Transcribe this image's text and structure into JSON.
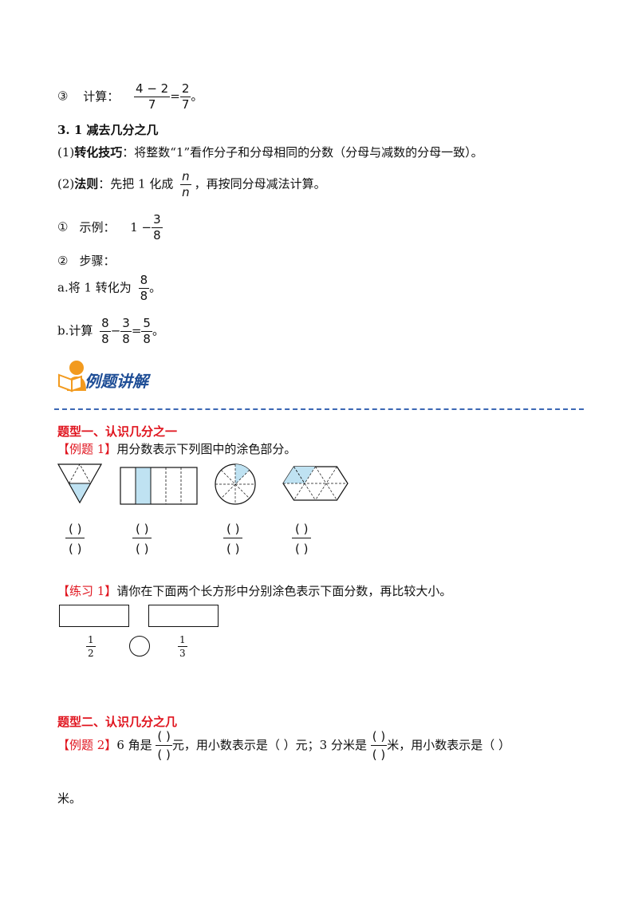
{
  "item3": {
    "marker": "③",
    "label": "计算：",
    "num": "4 − 2",
    "den": "7",
    "eq": "=",
    "rnum": "2",
    "rden": "7",
    "end": "。"
  },
  "section31": {
    "title": "3. 1 减去几分之几"
  },
  "p1": {
    "num": "(1)",
    "label": "转化技巧",
    "text": "：将整数“1”看作分子和分母相同的分数（分母与减数的分母一致）。"
  },
  "p2": {
    "num": "(2)",
    "label": "法则",
    "text1": "：先把 1 化成",
    "fn": "n",
    "fd": "n",
    "text2": "，再按同分母减法计算。"
  },
  "ex": {
    "marker": "①",
    "label": "示例：",
    "one": "1 −",
    "num": "3",
    "den": "8"
  },
  "steps": {
    "marker": "②",
    "label": "步骤："
  },
  "stepA": {
    "text": "a.将 1 转化为",
    "num": "8",
    "den": "8",
    "end": "。"
  },
  "stepB": {
    "text": "b.计算",
    "n1": "8",
    "d1": "8",
    "minus": "−",
    "n2": "3",
    "d2": "8",
    "eq": "=",
    "n3": "5",
    "d3": "8",
    "end": "。"
  },
  "banner": {
    "title": "例题讲解"
  },
  "type1": {
    "title": "题型一、认识几分之一"
  },
  "example1": {
    "tag": "【例题 1】",
    "text": "用分数表示下列图中的涂色部分。"
  },
  "blank": {
    "top": "(       )",
    "bottom": "(       )"
  },
  "practice1": {
    "tag": "【练习 1】",
    "text": "请你在下面两个长方形中分别涂色表示下面分数，再比较大小。",
    "f1n": "1",
    "f1d": "2",
    "f2n": "1",
    "f2d": "3"
  },
  "type2": {
    "title": "题型二、认识几分之几"
  },
  "example2": {
    "tag": "【例题 2】",
    "t1": "6 角是",
    "t2": "元，用小数表示是（    ）元；3 分米是",
    "t3": "米，用小数表示是（    ）",
    "t4": "米。",
    "bt": "(  )",
    "bb": "(  )"
  },
  "colors": {
    "accent_red": "#e0141e",
    "shade_blue": "#bfe2f2",
    "dash_blue": "#3c68b4",
    "banner_blue": "#1f4e96",
    "icon_orange": "#f29a1e"
  }
}
